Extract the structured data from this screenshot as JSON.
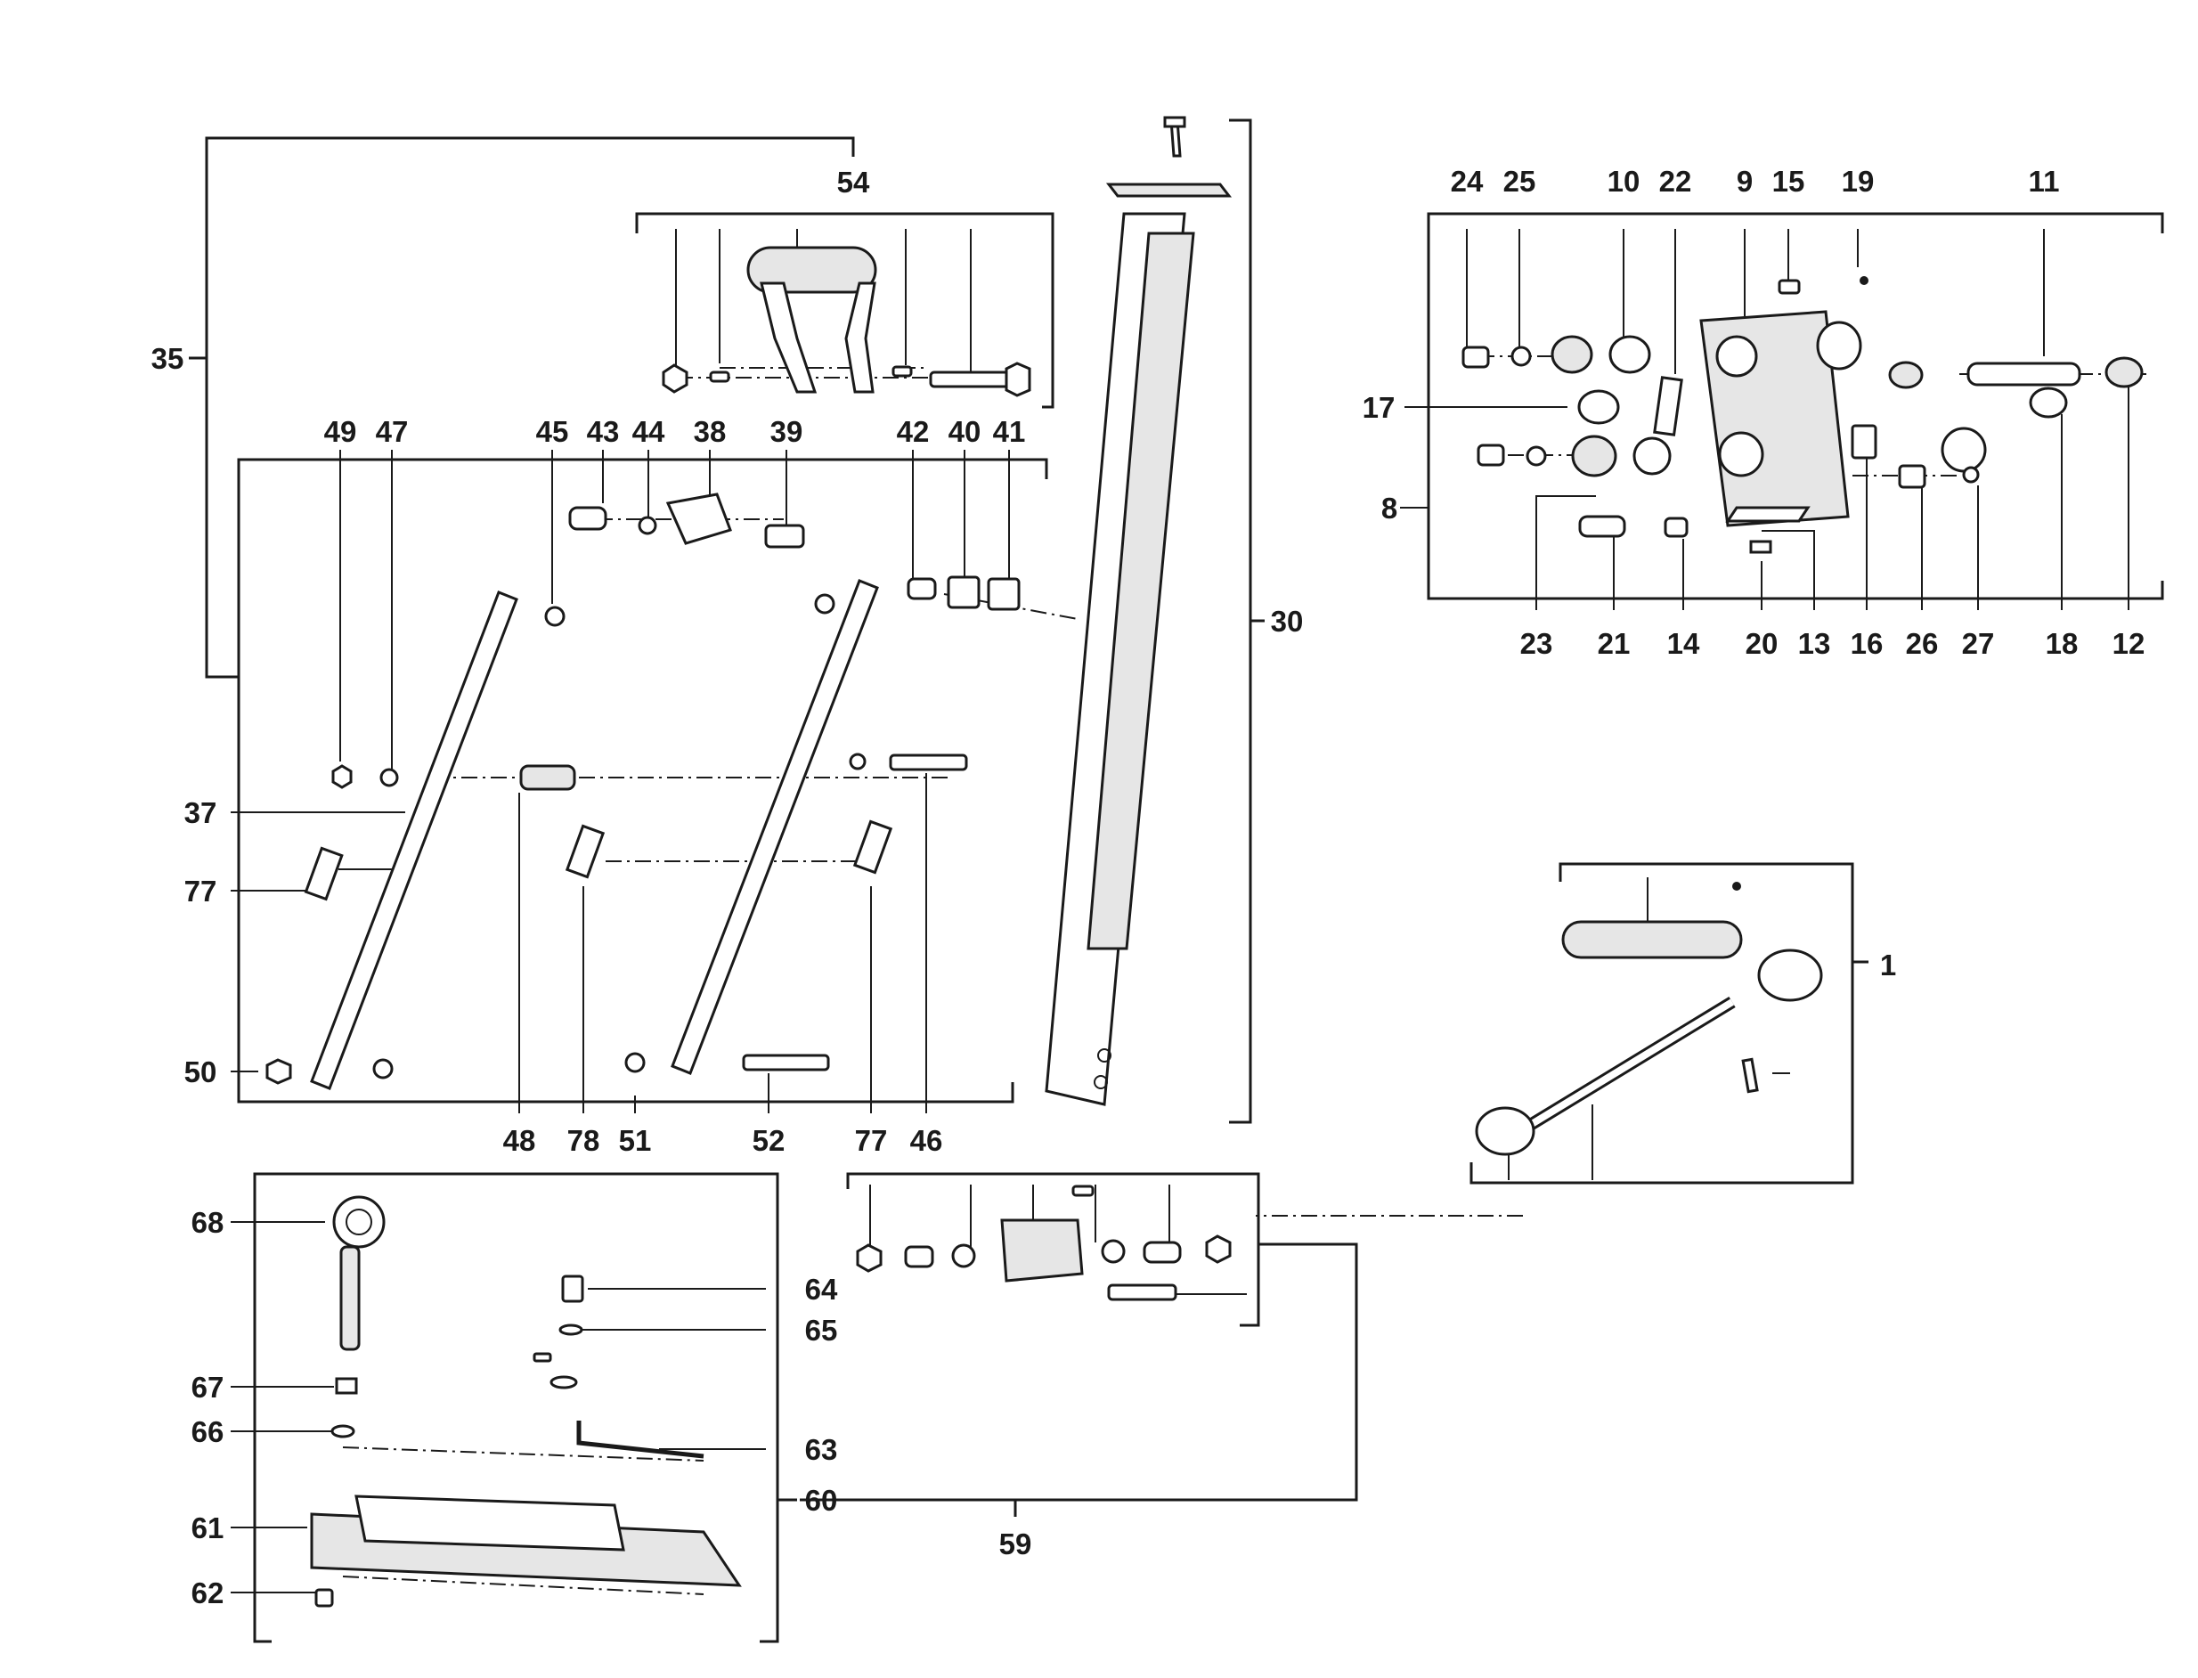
{
  "diagram": {
    "callouts": {
      "c1": "1",
      "c8": "8",
      "c9": "9",
      "c10": "10",
      "c11": "11",
      "c12": "12",
      "c13": "13",
      "c14": "14",
      "c15": "15",
      "c16": "16",
      "c17": "17",
      "c18": "18",
      "c19": "19",
      "c20": "20",
      "c21": "21",
      "c22": "22",
      "c23": "23",
      "c24": "24",
      "c25": "25",
      "c26": "26",
      "c27": "27",
      "c30": "30",
      "c35": "35",
      "c37": "37",
      "c38": "38",
      "c39": "39",
      "c40": "40",
      "c41": "41",
      "c42": "42",
      "c43": "43",
      "c44": "44",
      "c45": "45",
      "c46": "46",
      "c47": "47",
      "c48": "48",
      "c49": "49",
      "c50": "50",
      "c51": "51",
      "c52": "52",
      "c54": "54",
      "c59": "59",
      "c60": "60",
      "c61": "61",
      "c62": "62",
      "c63": "63",
      "c64": "64",
      "c65": "65",
      "c66": "66",
      "c67": "67",
      "c68": "68",
      "c77a": "77",
      "c77b": "77",
      "c78": "78"
    }
  }
}
